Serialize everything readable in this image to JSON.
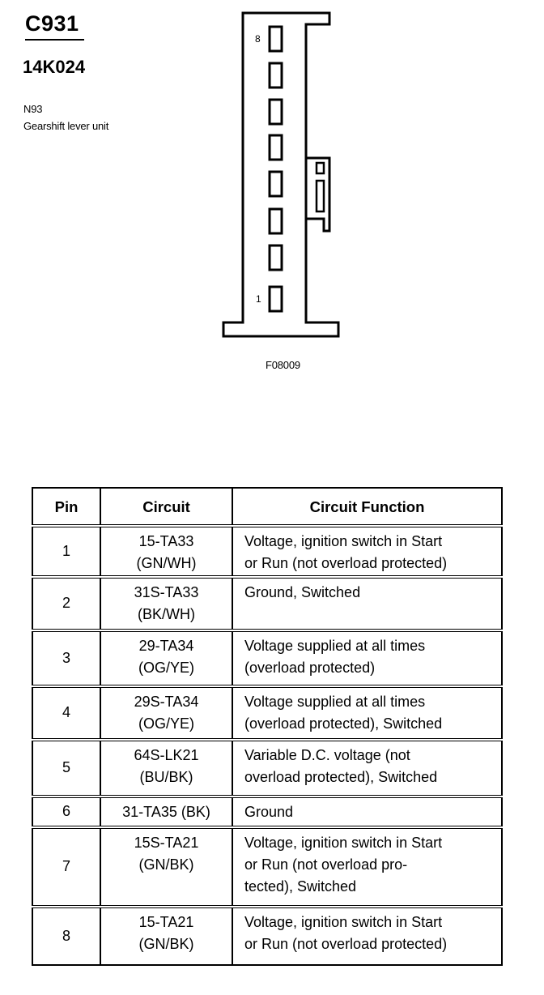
{
  "header": {
    "connector_code": "C931",
    "part_number": "14K024",
    "component_code": "N93",
    "component_name": "Gearshift lever unit"
  },
  "figure": {
    "pin_top_label": "8",
    "pin_bottom_label": "1",
    "figure_id": "F08009"
  },
  "table": {
    "headers": {
      "pin": "Pin",
      "circuit": "Circuit",
      "function": "Circuit Function"
    },
    "rows": [
      {
        "pin": "1",
        "circuit": [
          "15-TA33",
          "(GN/WH)"
        ],
        "function": [
          "Voltage, ignition switch in Start",
          "or Run (not overload protected)"
        ]
      },
      {
        "pin": "2",
        "circuit": [
          "31S-TA33",
          "(BK/WH)"
        ],
        "function": [
          "Ground, Switched"
        ]
      },
      {
        "pin": "3",
        "circuit": [
          "29-TA34",
          "(OG/YE)"
        ],
        "function": [
          "Voltage supplied at all times",
          "(overload protected)"
        ]
      },
      {
        "pin": "4",
        "circuit": [
          "29S-TA34",
          "(OG/YE)"
        ],
        "function": [
          "Voltage supplied at all times",
          "(overload protected), Switched"
        ]
      },
      {
        "pin": "5",
        "circuit": [
          "64S-LK21",
          "(BU/BK)"
        ],
        "function": [
          "Variable D.C. voltage (not",
          "overload protected), Switched"
        ]
      },
      {
        "pin": "6",
        "circuit": [
          "31-TA35 (BK)"
        ],
        "function": [
          "Ground"
        ]
      },
      {
        "pin": "7",
        "circuit": [
          "15S-TA21",
          "(GN/BK)"
        ],
        "function": [
          "Voltage, ignition switch in Start",
          "or Run (not overload pro-",
          "tected), Switched"
        ]
      },
      {
        "pin": "8",
        "circuit": [
          "15-TA21",
          "(GN/BK)"
        ],
        "function": [
          "Voltage, ignition switch in Start",
          "or Run (not overload protected)"
        ]
      }
    ]
  }
}
